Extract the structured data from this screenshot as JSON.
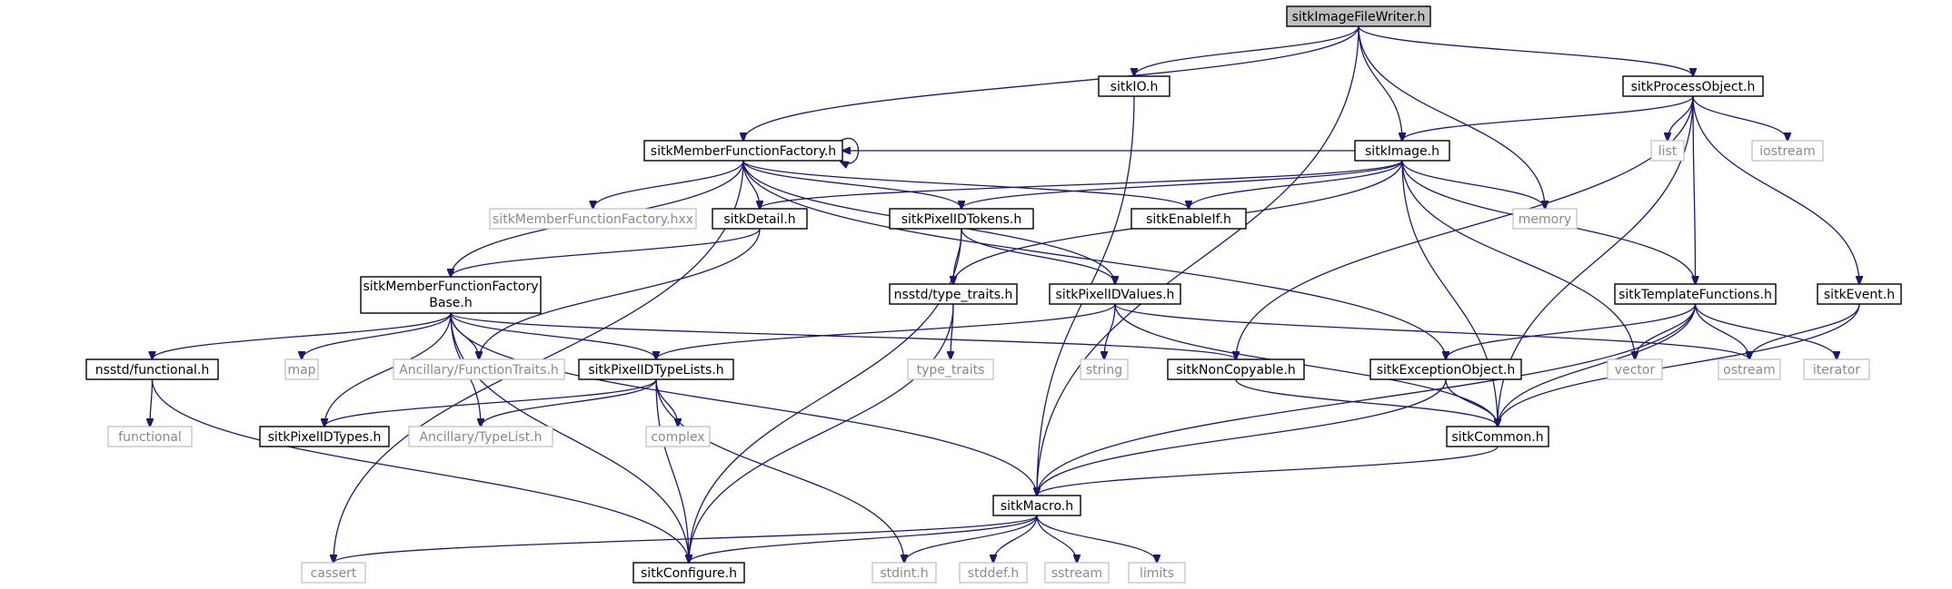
{
  "diagram": {
    "root": "sitkImageFileWriter.h",
    "nodes": [
      {
        "id": "root",
        "label": "sitkImageFileWriter.h",
        "kind": "root"
      },
      {
        "id": "sitkIO",
        "label": "sitkIO.h",
        "kind": "header"
      },
      {
        "id": "sitkProcessObject",
        "label": "sitkProcessObject.h",
        "kind": "header"
      },
      {
        "id": "sitkMemberFunctionFactory",
        "label": "sitkMemberFunctionFactory.h",
        "kind": "header"
      },
      {
        "id": "sitkImage",
        "label": "sitkImage.h",
        "kind": "header"
      },
      {
        "id": "list",
        "label": "list",
        "kind": "system"
      },
      {
        "id": "iostream",
        "label": "iostream",
        "kind": "system"
      },
      {
        "id": "sitkMemberFunctionFactoryHxx",
        "label": "sitkMemberFunctionFactory.hxx",
        "kind": "system"
      },
      {
        "id": "sitkDetail",
        "label": "sitkDetail.h",
        "kind": "header"
      },
      {
        "id": "sitkPixelIDTokens",
        "label": "sitkPixelIDTokens.h",
        "kind": "header"
      },
      {
        "id": "sitkEnableIf",
        "label": "sitkEnableIf.h",
        "kind": "header"
      },
      {
        "id": "memory",
        "label": "memory",
        "kind": "system"
      },
      {
        "id": "sitkMemberFunctionFactoryBase",
        "label": "sitkMemberFunctionFactory",
        "label2": "Base.h",
        "kind": "header"
      },
      {
        "id": "nsstdTypeTraits",
        "label": "nsstd/type_traits.h",
        "kind": "header"
      },
      {
        "id": "sitkPixelIDValues",
        "label": "sitkPixelIDValues.h",
        "kind": "header"
      },
      {
        "id": "sitkTemplateFunctions",
        "label": "sitkTemplateFunctions.h",
        "kind": "header"
      },
      {
        "id": "sitkEvent",
        "label": "sitkEvent.h",
        "kind": "header"
      },
      {
        "id": "nsstdFunctional",
        "label": "nsstd/functional.h",
        "kind": "header"
      },
      {
        "id": "map",
        "label": "map",
        "kind": "system"
      },
      {
        "id": "ancillaryFunctionTraits",
        "label": "Ancillary/FunctionTraits.h",
        "kind": "system"
      },
      {
        "id": "sitkPixelIDTypeLists",
        "label": "sitkPixelIDTypeLists.h",
        "kind": "header"
      },
      {
        "id": "typeTraits",
        "label": "type_traits",
        "kind": "system"
      },
      {
        "id": "string",
        "label": "string",
        "kind": "system"
      },
      {
        "id": "sitkNonCopyable",
        "label": "sitkNonCopyable.h",
        "kind": "header"
      },
      {
        "id": "sitkExceptionObject",
        "label": "sitkExceptionObject.h",
        "kind": "header"
      },
      {
        "id": "vector",
        "label": "vector",
        "kind": "system"
      },
      {
        "id": "ostream",
        "label": "ostream",
        "kind": "system"
      },
      {
        "id": "iterator",
        "label": "iterator",
        "kind": "system"
      },
      {
        "id": "functional",
        "label": "functional",
        "kind": "system"
      },
      {
        "id": "sitkPixelIDTypes",
        "label": "sitkPixelIDTypes.h",
        "kind": "header"
      },
      {
        "id": "ancillaryTypeList",
        "label": "Ancillary/TypeList.h",
        "kind": "system"
      },
      {
        "id": "complex",
        "label": "complex",
        "kind": "system"
      },
      {
        "id": "sitkCommon",
        "label": "sitkCommon.h",
        "kind": "header"
      },
      {
        "id": "sitkMacro",
        "label": "sitkMacro.h",
        "kind": "header"
      },
      {
        "id": "cassert",
        "label": "cassert",
        "kind": "system"
      },
      {
        "id": "sitkConfigure",
        "label": "sitkConfigure.h",
        "kind": "header"
      },
      {
        "id": "stdint",
        "label": "stdint.h",
        "kind": "system"
      },
      {
        "id": "stddef",
        "label": "stddef.h",
        "kind": "system"
      },
      {
        "id": "sstream",
        "label": "sstream",
        "kind": "system"
      },
      {
        "id": "limits",
        "label": "limits",
        "kind": "system"
      }
    ],
    "edges": [
      [
        "root",
        "sitkIO"
      ],
      [
        "root",
        "sitkProcessObject"
      ],
      [
        "root",
        "sitkMemberFunctionFactory"
      ],
      [
        "root",
        "sitkImage"
      ],
      [
        "root",
        "memory"
      ],
      [
        "root",
        "sitkMacro"
      ],
      [
        "sitkIO",
        "sitkMacro"
      ],
      [
        "sitkProcessObject",
        "sitkImage"
      ],
      [
        "sitkProcessObject",
        "list"
      ],
      [
        "sitkProcessObject",
        "iostream"
      ],
      [
        "sitkProcessObject",
        "sitkTemplateFunctions"
      ],
      [
        "sitkProcessObject",
        "sitkEvent"
      ],
      [
        "sitkProcessObject",
        "sitkNonCopyable"
      ],
      [
        "sitkProcessObject",
        "sitkCommon"
      ],
      [
        "sitkMemberFunctionFactory",
        "sitkMemberFunctionFactory"
      ],
      [
        "sitkMemberFunctionFactory",
        "sitkMemberFunctionFactoryHxx"
      ],
      [
        "sitkMemberFunctionFactory",
        "sitkDetail"
      ],
      [
        "sitkMemberFunctionFactory",
        "sitkPixelIDTokens"
      ],
      [
        "sitkMemberFunctionFactory",
        "sitkEnableIf"
      ],
      [
        "sitkMemberFunctionFactory",
        "sitkMemberFunctionFactoryBase"
      ],
      [
        "sitkMemberFunctionFactory",
        "sitkPixelIDValues"
      ],
      [
        "sitkMemberFunctionFactory",
        "sitkExceptionObject"
      ],
      [
        "sitkMemberFunctionFactory",
        "cassert"
      ],
      [
        "sitkImage",
        "sitkMemberFunctionFactory"
      ],
      [
        "sitkImage",
        "sitkDetail"
      ],
      [
        "sitkImage",
        "sitkPixelIDTokens"
      ],
      [
        "sitkImage",
        "sitkEnableIf"
      ],
      [
        "sitkImage",
        "memory"
      ],
      [
        "sitkImage",
        "nsstdTypeTraits"
      ],
      [
        "sitkImage",
        "sitkTemplateFunctions"
      ],
      [
        "sitkImage",
        "vector"
      ],
      [
        "sitkImage",
        "sitkCommon"
      ],
      [
        "sitkDetail",
        "sitkMemberFunctionFactoryBase"
      ],
      [
        "sitkDetail",
        "ancillaryFunctionTraits"
      ],
      [
        "sitkPixelIDTokens",
        "nsstdTypeTraits"
      ],
      [
        "sitkPixelIDTokens",
        "sitkPixelIDValues"
      ],
      [
        "sitkPixelIDTokens",
        "sitkConfigure"
      ],
      [
        "sitkMemberFunctionFactoryBase",
        "nsstdFunctional"
      ],
      [
        "sitkMemberFunctionFactoryBase",
        "sitkPixelIDTypes"
      ],
      [
        "sitkMemberFunctionFactoryBase",
        "map"
      ],
      [
        "sitkMemberFunctionFactoryBase",
        "ancillaryTypeList"
      ],
      [
        "sitkMemberFunctionFactoryBase",
        "ancillaryFunctionTraits"
      ],
      [
        "sitkMemberFunctionFactoryBase",
        "sitkPixelIDTypeLists"
      ],
      [
        "sitkMemberFunctionFactoryBase",
        "sitkMacro"
      ],
      [
        "sitkMemberFunctionFactoryBase",
        "sitkNonCopyable"
      ],
      [
        "sitkMemberFunctionFactoryBase",
        "sitkConfigure"
      ],
      [
        "nsstdTypeTraits",
        "typeTraits"
      ],
      [
        "nsstdTypeTraits",
        "sitkConfigure"
      ],
      [
        "sitkPixelIDValues",
        "sitkPixelIDTypeLists"
      ],
      [
        "sitkPixelIDValues",
        "string"
      ],
      [
        "sitkPixelIDValues",
        "sitkCommon"
      ],
      [
        "sitkPixelIDValues",
        "ostream"
      ],
      [
        "sitkTemplateFunctions",
        "sitkExceptionObject"
      ],
      [
        "sitkTemplateFunctions",
        "vector"
      ],
      [
        "sitkTemplateFunctions",
        "ostream"
      ],
      [
        "sitkTemplateFunctions",
        "iterator"
      ],
      [
        "sitkTemplateFunctions",
        "sitkCommon"
      ],
      [
        "sitkTemplateFunctions",
        "sitkMacro"
      ],
      [
        "sitkEvent",
        "ostream"
      ],
      [
        "sitkEvent",
        "sitkCommon"
      ],
      [
        "nsstdFunctional",
        "functional"
      ],
      [
        "nsstdFunctional",
        "sitkConfigure"
      ],
      [
        "sitkPixelIDTypeLists",
        "sitkPixelIDTypes"
      ],
      [
        "sitkPixelIDTypeLists",
        "ancillaryTypeList"
      ],
      [
        "sitkPixelIDTypeLists",
        "complex"
      ],
      [
        "sitkPixelIDTypeLists",
        "sitkConfigure"
      ],
      [
        "sitkPixelIDTypeLists",
        "stdint"
      ],
      [
        "sitkNonCopyable",
        "sitkCommon"
      ],
      [
        "sitkExceptionObject",
        "sitkCommon"
      ],
      [
        "sitkExceptionObject",
        "sitkMacro"
      ],
      [
        "sitkCommon",
        "sitkMacro"
      ],
      [
        "sitkMacro",
        "cassert"
      ],
      [
        "sitkMacro",
        "sitkConfigure"
      ],
      [
        "sitkMacro",
        "stdint"
      ],
      [
        "sitkMacro",
        "stddef"
      ],
      [
        "sitkMacro",
        "sstream"
      ],
      [
        "sitkMacro",
        "limits"
      ]
    ]
  }
}
